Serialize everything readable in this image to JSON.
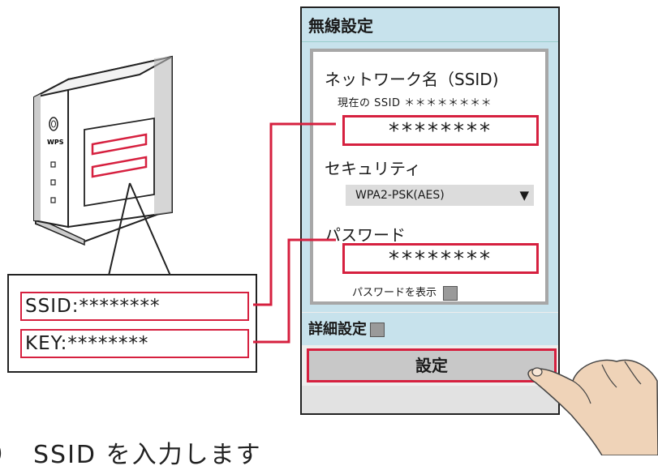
{
  "router": {
    "wps_label": "WPS"
  },
  "label_card": {
    "ssid_line": "SSID:********",
    "key_line": "KEY:********"
  },
  "phone": {
    "title": "無線設定",
    "network_name_label": "ネットワーク名（SSID)",
    "current_ssid_text": "現在の SSID ＊＊＊＊＊＊＊＊",
    "ssid_value": "********",
    "security_label": "セキュリティ",
    "security_selected": "WPA2-PSK(AES)",
    "security_arrow": "▼",
    "password_label": "パスワード",
    "password_value": "********",
    "show_password_label": "パスワードを表示",
    "advanced_label": "詳細設定",
    "save_label": "設定"
  },
  "bottom_text": "）　SSID を入力します",
  "colors": {
    "accent_red": "#d6203f",
    "header_blue": "#c7e2ec",
    "panel_gray": "#a7a7a7",
    "hand_fill": "#efd3b8"
  },
  "icons": {
    "router": "router-device-icon",
    "wps": "wps-button-icon",
    "hand": "pointing-hand-icon",
    "dropdown": "triangle-down-icon"
  }
}
